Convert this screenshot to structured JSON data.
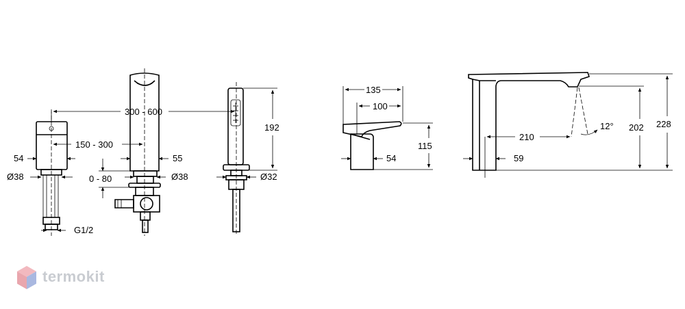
{
  "dimensions": {
    "d54_left": "54",
    "d38_left": "Ø38",
    "g12": "G1/2",
    "d300_600": "300 - 600",
    "d150_300": "150 - 300",
    "d55": "55",
    "d0_80": "0 - 80",
    "d38_mid": "Ø38",
    "d192": "192",
    "d32": "Ø32",
    "d135": "135",
    "d100": "100",
    "d115": "115",
    "d54_right": "54",
    "d210": "210",
    "d12deg": "12°",
    "d202": "202",
    "d228": "228",
    "d59": "59"
  },
  "brand": {
    "name": "termokit",
    "colors": [
      "#e9a6ad",
      "#a9b8e0",
      "#c9ccd1"
    ]
  }
}
